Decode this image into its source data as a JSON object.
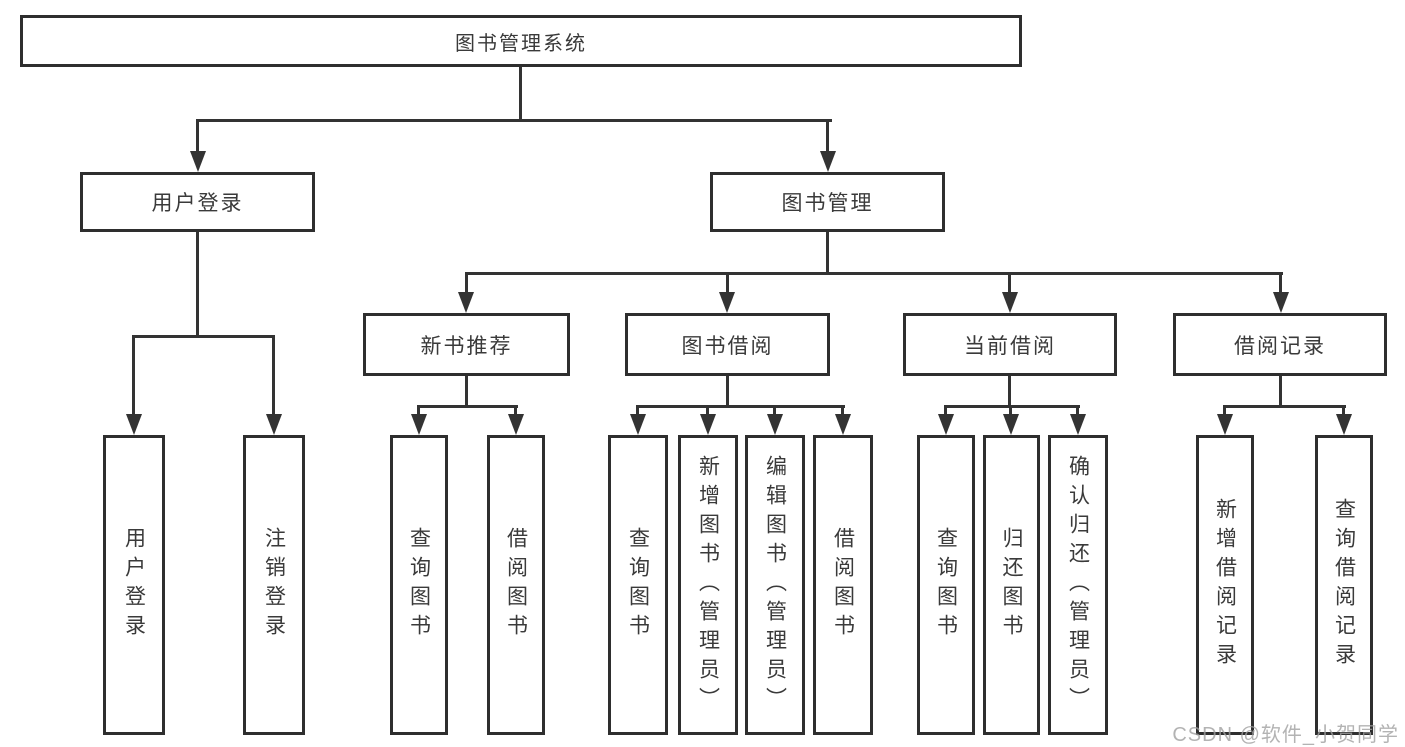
{
  "diagram_title": "图书管理系统",
  "tree": {
    "label": "图书管理系统",
    "children": [
      {
        "label": "用户登录",
        "children": [
          {
            "label": "用户登录"
          },
          {
            "label": "注销登录"
          }
        ]
      },
      {
        "label": "图书管理",
        "children": [
          {
            "label": "新书推荐",
            "children": [
              {
                "label": "查询图书"
              },
              {
                "label": "借阅图书"
              }
            ]
          },
          {
            "label": "图书借阅",
            "children": [
              {
                "label": "查询图书"
              },
              {
                "label": "新增图书（管理员）"
              },
              {
                "label": "编辑图书（管理员）"
              },
              {
                "label": "借阅图书"
              }
            ]
          },
          {
            "label": "当前借阅",
            "children": [
              {
                "label": "查询图书"
              },
              {
                "label": "归还图书"
              },
              {
                "label": "确认归还（管理员）"
              }
            ]
          },
          {
            "label": "借阅记录",
            "children": [
              {
                "label": "新增借阅记录"
              },
              {
                "label": "查询借阅记录"
              }
            ]
          }
        ]
      }
    ]
  },
  "watermark": "CSDN @软件_小贺同学",
  "colors": {
    "line": "#333333",
    "border": "#2e2e2e",
    "text": "#3a3a3a",
    "background": "#ffffff",
    "watermark": "#a0a0a0"
  }
}
